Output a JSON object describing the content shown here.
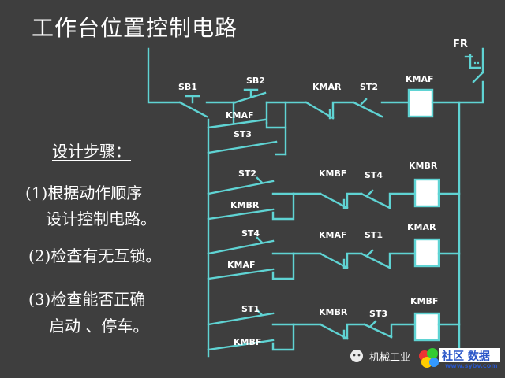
{
  "title": "工作台位置控制电路",
  "steps": {
    "heading": "设计步骤：",
    "step1_line1": "(1)根据动作顺序",
    "step1_line2": "设计控制电路。",
    "step2": "(2)检查有无互锁。",
    "step3_line1": "(3)检查能否正确",
    "step3_line2": "启动 、停车。"
  },
  "labels": {
    "fr": "FR",
    "sb1": "SB1",
    "sb2": "SB2",
    "kmar_nc_top": "KMAR",
    "st2_top": "ST2",
    "kmaf_coil": "KMAF",
    "kmaf_hold": "KMAF",
    "st3_left": "ST3",
    "st2_left": "ST2",
    "kmbf_nc": "KMBF",
    "st4_right": "ST4",
    "kmbr_coil": "KMBR",
    "kmbr_hold": "KMBR",
    "st4_left": "ST4",
    "kmaf_nc": "KMAF",
    "st1_right": "ST1",
    "kmar_coil": "KMAR",
    "kmaf_hold2": "KMAF",
    "st1_left": "ST1",
    "kmbr_nc": "KMBR",
    "st3_right": "ST3",
    "kmbf_coil": "KMBF",
    "kmbf_hold": "KMBF"
  },
  "watermark": {
    "text": "机械工业",
    "badge": "社区 数据",
    "url": "www.sybv.com"
  },
  "colors": {
    "background": "#3e3e3e",
    "wire": "#5fd3d3",
    "coil_fill": "#ffffff",
    "text": "#ffffff"
  }
}
